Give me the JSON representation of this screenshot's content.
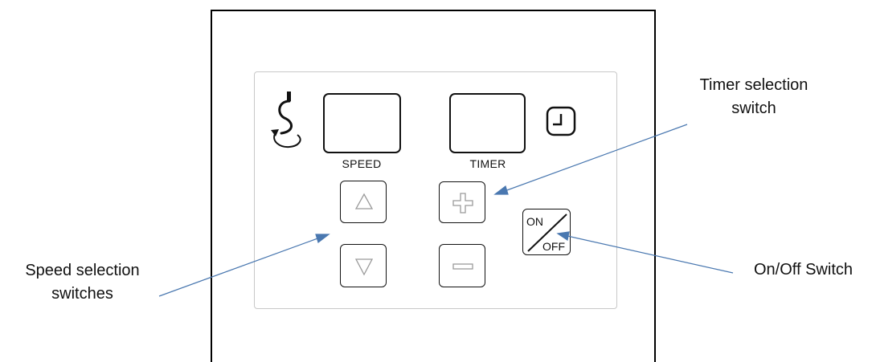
{
  "panel": {
    "speed_label": "SPEED",
    "timer_label": "TIMER",
    "on_label": "ON",
    "off_label": "OFF"
  },
  "callouts": {
    "timer_line1": "Timer selection",
    "timer_line2": "switch",
    "speed_line1": "Speed selection",
    "speed_line2": "switches",
    "onoff": "On/Off Switch"
  },
  "colors": {
    "arrow": "#4a78b0",
    "outline": "#111111",
    "panel_border": "#c8c8c8",
    "icon_gray": "#9a9a9a"
  },
  "icons": {
    "speed": "rotation-speed-icon",
    "timer": "clock-icon",
    "speed_up": "triangle-up-icon",
    "speed_down": "triangle-down-icon",
    "timer_plus": "plus-icon",
    "timer_minus": "minus-icon"
  }
}
